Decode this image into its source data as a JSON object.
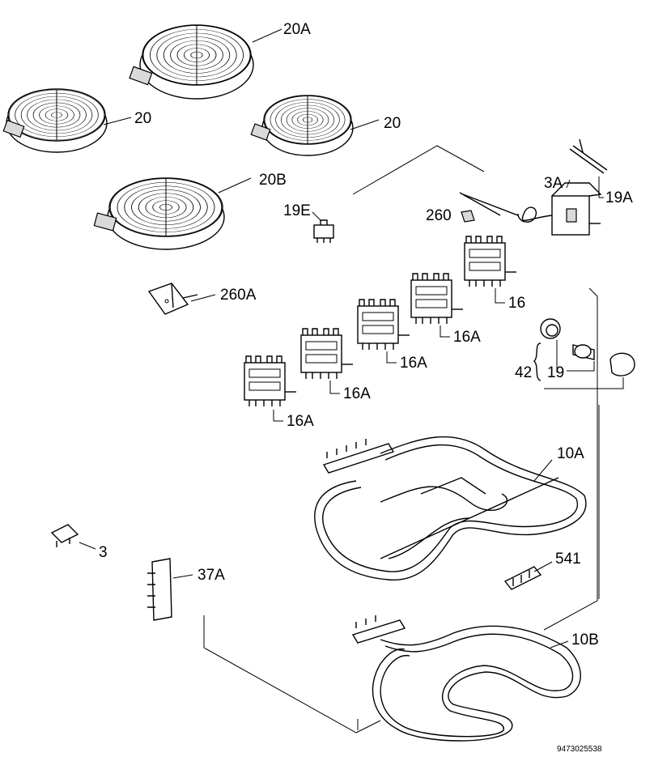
{
  "diagram": {
    "labels": {
      "p20a": "20A",
      "p20_left": "20",
      "p20_right": "20",
      "p20b": "20B",
      "p19e": "19E",
      "p3a": "3A",
      "p19a": "19A",
      "p260": "260",
      "p260a": "260A",
      "p16": "16",
      "p16a_1": "16A",
      "p16a_2": "16A",
      "p16a_3": "16A",
      "p16a_4": "16A",
      "p42": "42",
      "p19": "19",
      "p10a": "10A",
      "p541": "541",
      "p3": "3",
      "p37a": "37A",
      "p10b": "10B"
    },
    "reference_number": "9473025538"
  }
}
